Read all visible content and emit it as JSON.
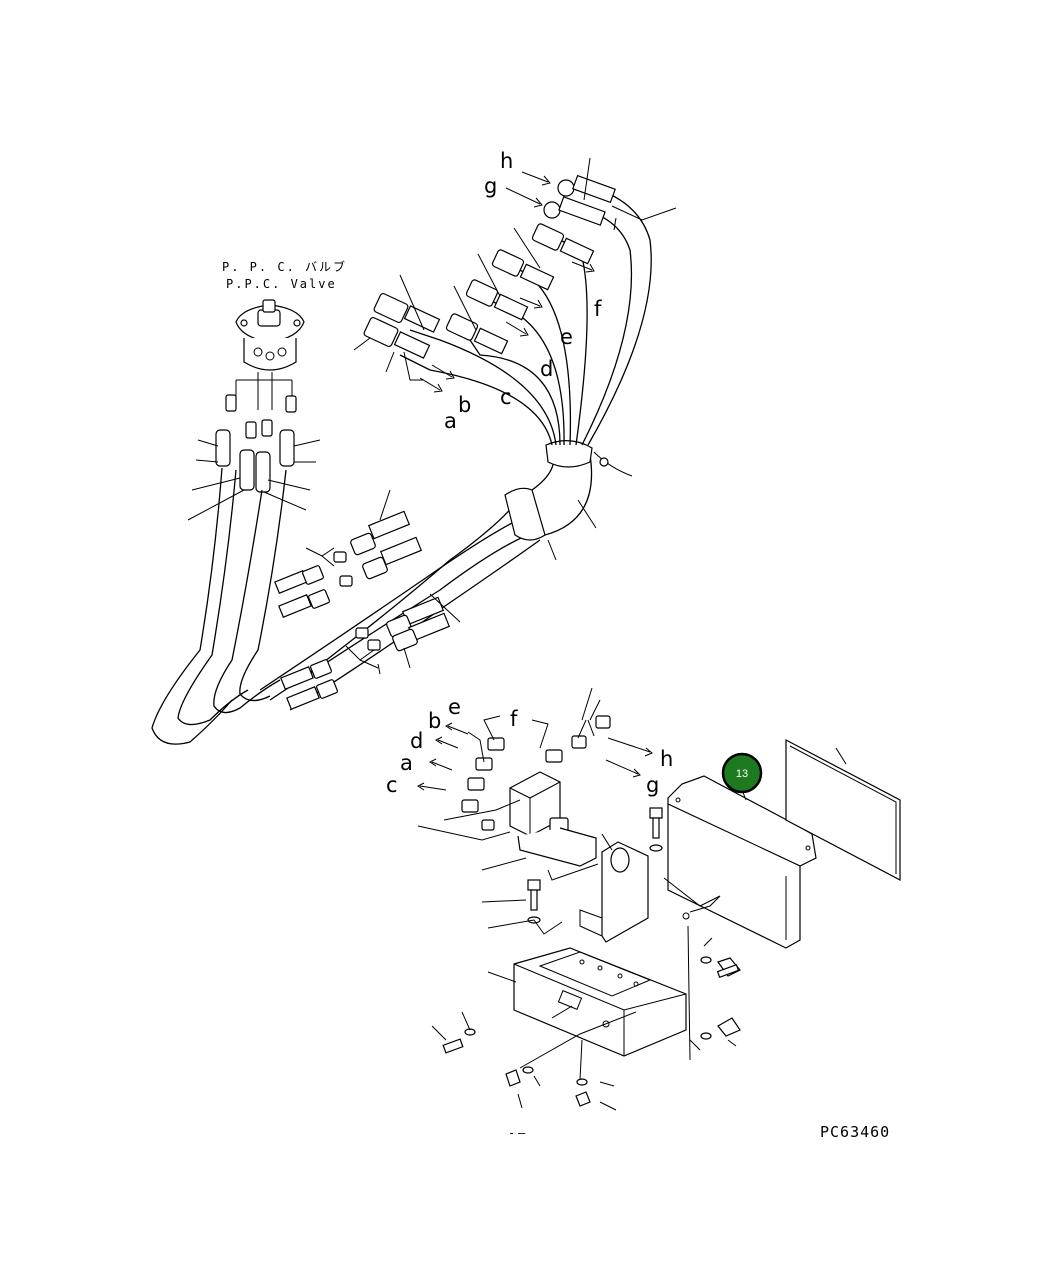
{
  "valve_label": {
    "jp": "P. P. C. バルブ",
    "en": "P.P.C. Valve"
  },
  "drawing_code": "PC63460",
  "callout": {
    "number": "13",
    "fill_color": "#1e7a1e",
    "ring_color": "#000000"
  },
  "port_letters_upper": {
    "a": "a",
    "b": "b",
    "c": "c",
    "d": "d",
    "e": "e",
    "f": "f",
    "g": "g",
    "h": "h"
  },
  "port_letters_lower": {
    "a": "a",
    "b": "b",
    "c": "c",
    "d": "d",
    "e": "e",
    "f": "f",
    "g": "g",
    "h": "h"
  },
  "stray_marks": [
    "-",
    "—"
  ]
}
